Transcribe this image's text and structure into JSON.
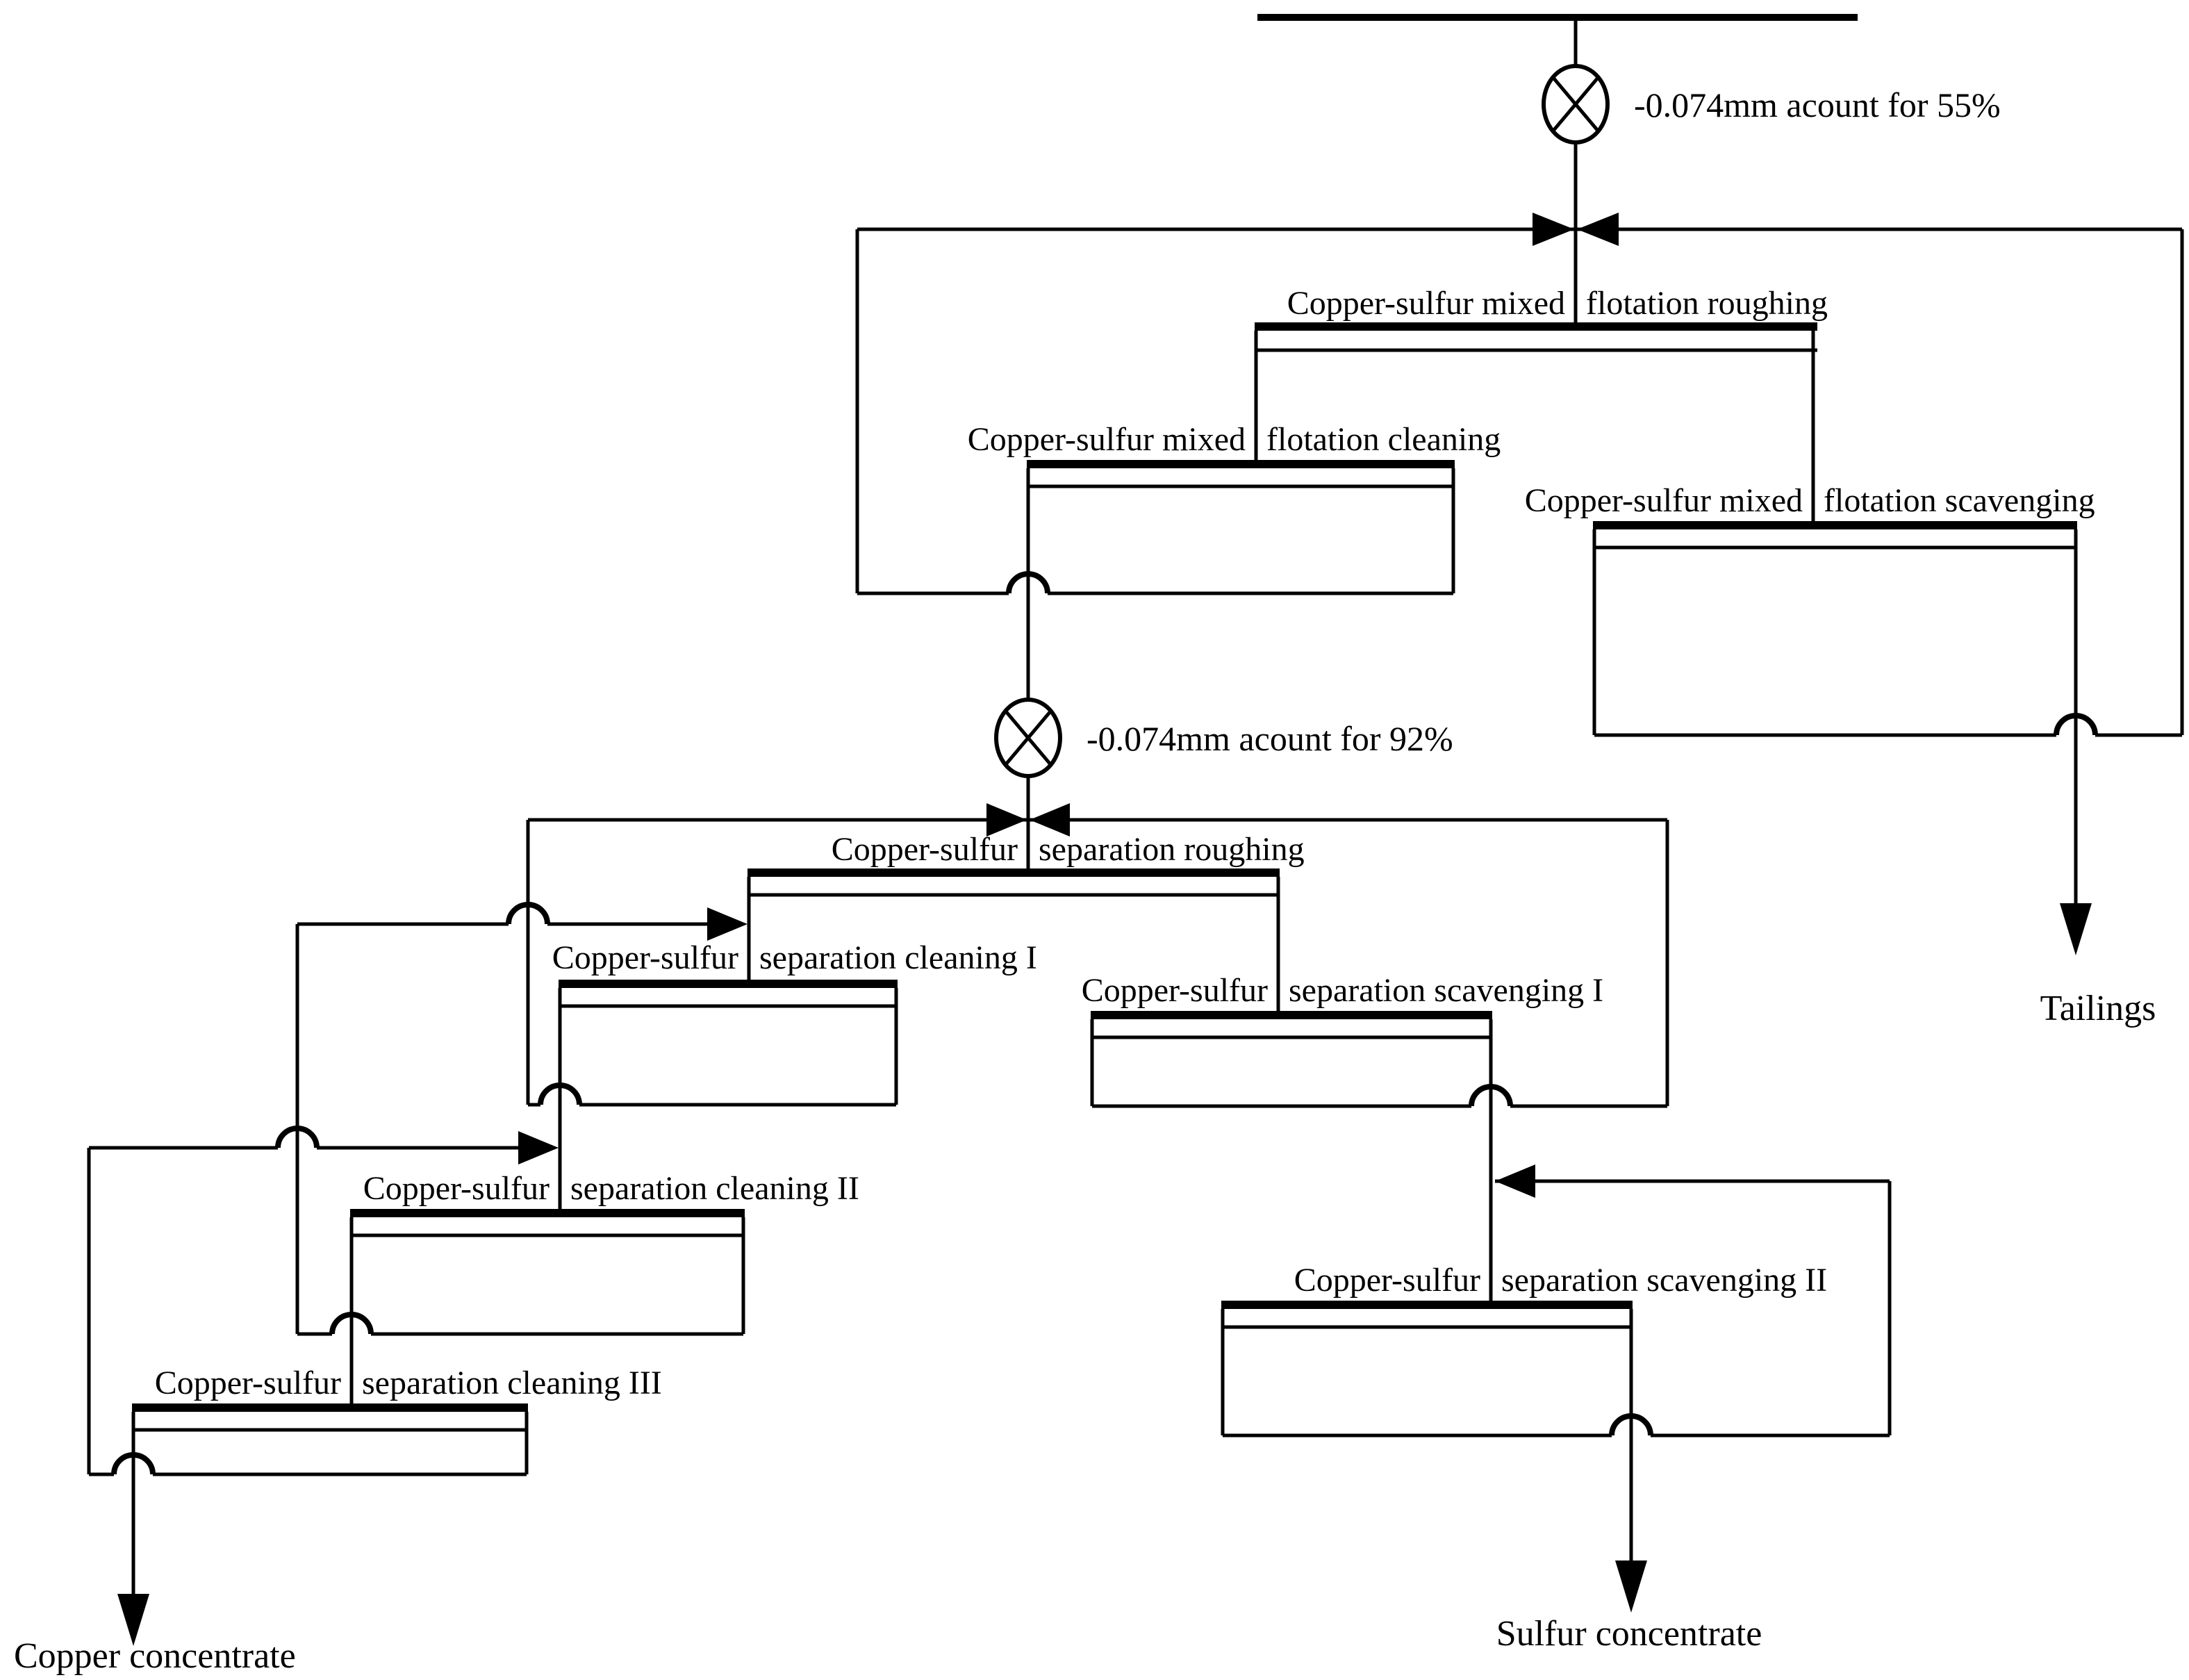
{
  "diagram": {
    "type": "process-flowsheet",
    "subject": "Copper-sulfur flotation circuit",
    "colors": {
      "line": "#000000",
      "background": "#ffffff",
      "text": "#000000"
    },
    "mills": [
      {
        "id": "primary-grind",
        "label": "-0.074mm acount for 55%"
      },
      {
        "id": "regrind",
        "label": "-0.074mm acount for 92%"
      }
    ],
    "stages": [
      {
        "id": "mixed-roughing",
        "label_left": "Copper-sulfur mixed",
        "label_right": "flotation roughing"
      },
      {
        "id": "mixed-cleaning",
        "label_left": "Copper-sulfur mixed",
        "label_right": "flotation cleaning"
      },
      {
        "id": "mixed-scavenging",
        "label_left": "Copper-sulfur mixed",
        "label_right": "flotation scavenging"
      },
      {
        "id": "separation-roughing",
        "label_left": "Copper-sulfur",
        "label_right": "separation roughing"
      },
      {
        "id": "separation-cleaning-1",
        "label_left": "Copper-sulfur",
        "label_right": "separation cleaning I"
      },
      {
        "id": "separation-cleaning-2",
        "label_left": "Copper-sulfur",
        "label_right": "separation cleaning II"
      },
      {
        "id": "separation-cleaning-3",
        "label_left": "Copper-sulfur",
        "label_right": "separation cleaning III"
      },
      {
        "id": "separation-scavenging-1",
        "label_left": "Copper-sulfur",
        "label_right": "separation scavenging I"
      },
      {
        "id": "separation-scavenging-2",
        "label_left": "Copper-sulfur",
        "label_right": "separation scavenging II"
      }
    ],
    "outputs": [
      {
        "id": "tailings",
        "label": "Tailings"
      },
      {
        "id": "copper-concentrate",
        "label": "Copper concentrate"
      },
      {
        "id": "sulfur-concentrate",
        "label": "Sulfur concentrate"
      }
    ]
  }
}
